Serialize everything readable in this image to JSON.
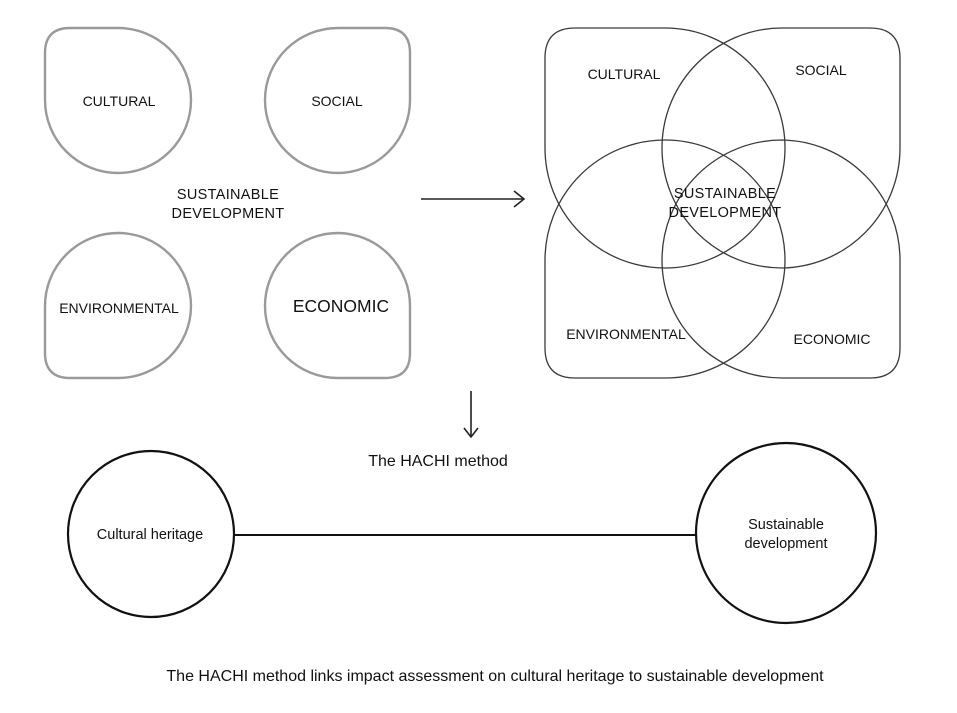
{
  "pillars": {
    "cultural": "CULTURAL",
    "social": "SOCIAL",
    "environmental": "ENVIRONMENTAL",
    "economic": "ECONOMIC"
  },
  "center_label": {
    "line1": "SUSTAINABLE",
    "line2": "DEVELOPMENT"
  },
  "venn": {
    "cultural": "CULTURAL",
    "social": "SOCIAL",
    "environmental": "ENVIRONMENTAL",
    "economic": "ECONOMIC",
    "center_line1": "SUSTAINABLE",
    "center_line2": "DEVELOPMENT"
  },
  "method_label": "The HACHI method",
  "link": {
    "left_node": "Cultural heritage",
    "right_node_line1": "Sustainable",
    "right_node_line2": "development"
  },
  "caption": "The HACHI method links impact assessment on cultural heritage to sustainable development"
}
